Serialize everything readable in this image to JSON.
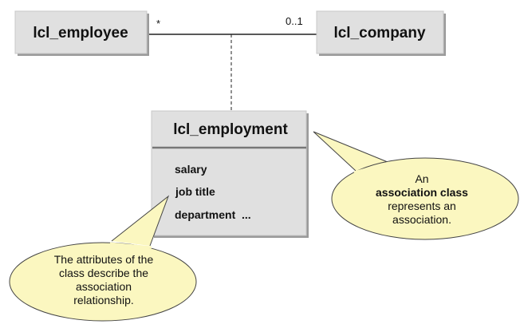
{
  "classes": {
    "employee": "lcl_employee",
    "company": "lcl_company",
    "employment": "lcl_employment"
  },
  "association": {
    "employee_multiplicity": "*",
    "company_multiplicity": "0..1"
  },
  "attributes": [
    "salary",
    "job title",
    "department  ..."
  ],
  "callouts": {
    "right": {
      "line1": "An",
      "line2_bold": "association class",
      "line3": "represents an",
      "line4": "association."
    },
    "left": {
      "line1": "The attributes of the",
      "line2": "class describe the",
      "line3": "association",
      "line4": "relationship."
    }
  },
  "colors": {
    "box": "#e0e0e0",
    "shadow": "#9a9a9a",
    "callout": "#fbf7c0"
  }
}
